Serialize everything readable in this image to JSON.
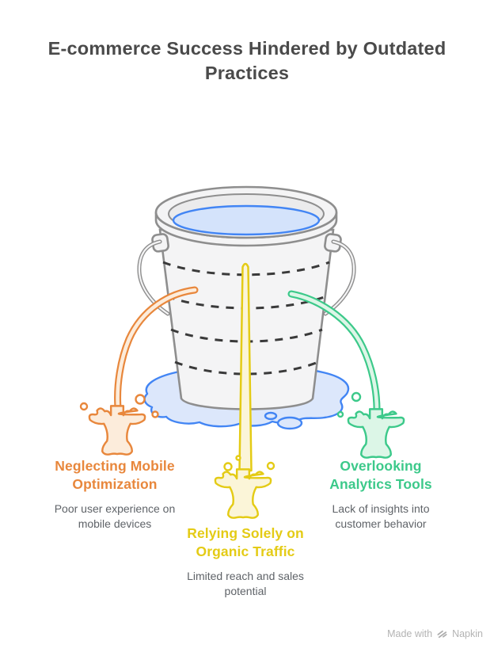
{
  "title": "E-commerce Success Hindered by Outdated Practices",
  "colors": {
    "orange": "#E8873C",
    "orange_light": "#FCECDB",
    "yellow": "#E4CB15",
    "yellow_light": "#FBF5D8",
    "green": "#3CC98A",
    "green_light": "#DCF6E7",
    "blue": "#4285F4",
    "blue_light": "#DCE7FB",
    "water": "#D4E3FB",
    "bucket_fill": "#F4F4F5",
    "bucket_inner": "#EBEBEC",
    "bucket_stroke": "#8E8E8E",
    "dash": "#3A3A3A",
    "title_text": "#4A4A4A",
    "desc_text": "#5F6368",
    "watermark": "#B3B3B3"
  },
  "illustration": {
    "name": "leaky-bucket",
    "icons": [
      "bucket-icon",
      "water-surface-icon",
      "puddle-icon",
      "leak-stream-icon",
      "splash-icon",
      "droplet-icon"
    ]
  },
  "labels": [
    {
      "title": "Neglecting Mobile Optimization",
      "description": "Poor user experience on mobile devices",
      "color": "#E8873C"
    },
    {
      "title": "Relying Solely on Organic Traffic",
      "description": "Limited reach and sales potential",
      "color": "#E4CB15"
    },
    {
      "title": "Overlooking Analytics Tools",
      "description": "Lack of insights into customer behavior",
      "color": "#3CC98A"
    }
  ],
  "watermark": {
    "prefix": "Made with",
    "brand": "Napkin",
    "icon": "napkin-logo-icon"
  }
}
